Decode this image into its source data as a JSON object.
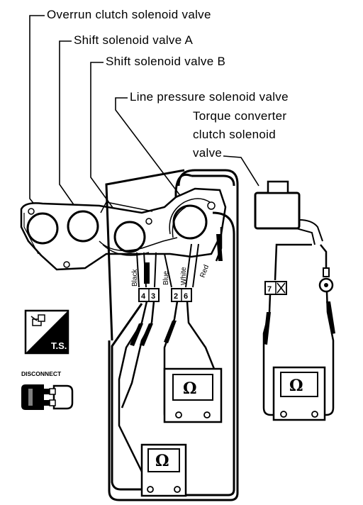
{
  "labels": {
    "overrun": "Overrun clutch solenoid valve",
    "shift_a": "Shift solenoid valve A",
    "shift_b": "Shift solenoid valve B",
    "line_pressure": "Line pressure solenoid valve",
    "tcc_line1": "Torque converter",
    "tcc_line2": "clutch solenoid",
    "tcc_line3": "valve"
  },
  "wires": {
    "black": "Black",
    "blue": "Blue",
    "white": "White",
    "red": "Red"
  },
  "pins": {
    "p4": "4",
    "p3": "3",
    "p2": "2",
    "p6": "6",
    "p7": "7"
  },
  "meter_symbol": "Ω",
  "icons": {
    "ts_label": "T.S.",
    "disconnect_label": "DISCONNECT"
  },
  "colors": {
    "ink": "#000000",
    "paper": "#ffffff"
  }
}
